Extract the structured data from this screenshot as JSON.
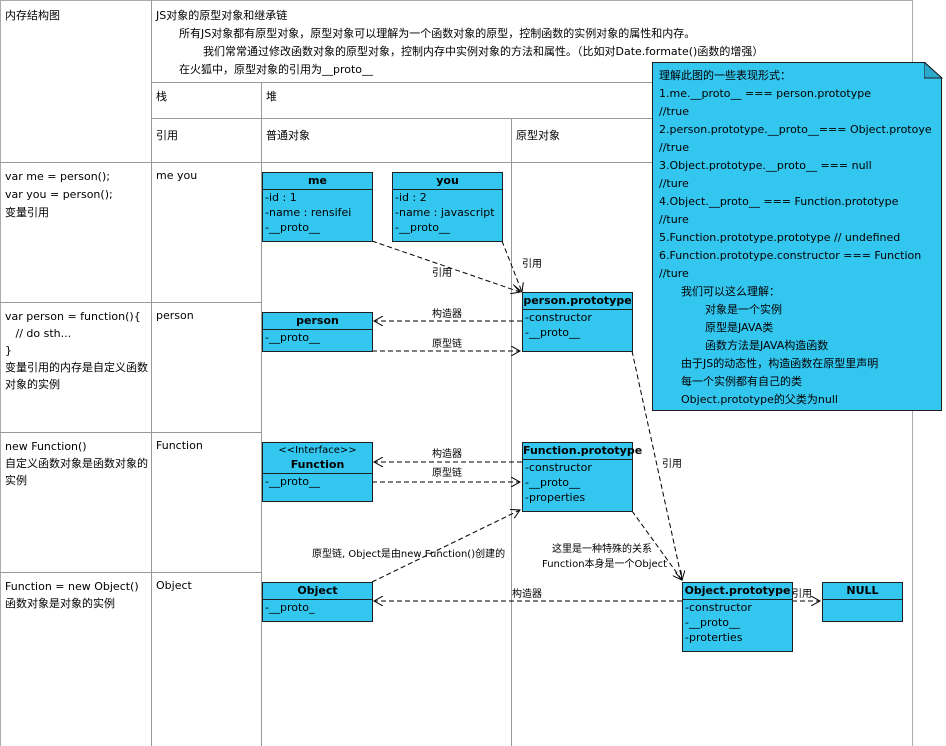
{
  "table": {
    "corner_title": "内存结构图",
    "header_title": "JS对象的原型对象和继承链",
    "header_lines": [
      "所有JS对象都有原型对象，原型对象可以理解为一个函数对象的原型，控制函数的实例对象的属性和内存。",
      "我们常常通过修改函数对象的原型对象，控制内存中实例对象的方法和属性。（比如对Date.formate()函数的增强）",
      "在火狐中，原型对象的引用为__proto__"
    ],
    "col_stack": "栈",
    "col_heap": "堆",
    "col_ref": "引用",
    "col_normal": "普通对象",
    "col_proto": "原型对象",
    "rows": [
      {
        "code": [
          "var me = person();",
          "var you = person();",
          "变量引用"
        ],
        "ref": "me you"
      },
      {
        "code": [
          "var person = function(){",
          "   // do sth...",
          "}",
          "变量引用的内存是自定义函数对象的实例"
        ],
        "ref": "person"
      },
      {
        "code": [
          "new Function()",
          "自定义函数对象是函数对象的实例"
        ],
        "ref": "Function"
      },
      {
        "code": [
          "Function = new Object()",
          "函数对象是对象的实例"
        ],
        "ref": "Object"
      }
    ]
  },
  "boxes": {
    "me": {
      "title": "me",
      "fields": [
        "-id : 1",
        "-name : rensifei",
        "-__proto__"
      ]
    },
    "you": {
      "title": "you",
      "fields": [
        "-id : 2",
        "-name : javascript",
        "-__proto__"
      ]
    },
    "person_prototype": {
      "title": "person.prototype",
      "fields": [
        "-constructor",
        "-__proto__"
      ]
    },
    "person": {
      "title": "person",
      "fields": [
        "-__proto__"
      ]
    },
    "function": {
      "stereotype": "<<Interface>>",
      "title": "Function",
      "fields": [
        "-__proto__"
      ]
    },
    "function_prototype": {
      "title": "Function.prototype",
      "fields": [
        "-constructor",
        "-__proto__",
        "-properties"
      ]
    },
    "object": {
      "title": "Object",
      "fields": [
        "-__proto_"
      ]
    },
    "object_prototype": {
      "title": "Object.prototype",
      "fields": [
        "-constructor",
        "-__proto__",
        "-proterties"
      ]
    },
    "null": {
      "title": "NULL"
    }
  },
  "edge_labels": {
    "ref1": "引用",
    "ref2": "引用",
    "ctor1": "构造器",
    "chain1": "原型链",
    "ctor2": "构造器",
    "chain2": "原型链",
    "ref3": "引用",
    "object_chain": "原型链, Object是由new Function()创建的",
    "special1": "这里是一种特殊的关系",
    "special2": "Function本身是一个Object",
    "ctor3": "构造器",
    "ref4": "引用"
  },
  "note": {
    "lines": [
      "理解此图的一些表现形式：",
      "1.me.__proto__ === person.prototype",
      "//true",
      "2.person.prototype.__proto__=== Object.protoye",
      "//true",
      "3.Object.prototype.__proto__ === null",
      "//ture",
      "4.Object.__proto__ === Function.prototype",
      "//ture",
      "5.Function.prototype.prototype // undefined",
      "6.Function.prototype.constructor === Function",
      "//ture"
    ],
    "lines_indent1": [
      "我们可以这么理解："
    ],
    "lines_indent2": [
      "对象是一个实例",
      "原型是JAVA类",
      "函数方法是JAVA构造函数"
    ],
    "lines_indent1b": [
      "由于JS的动态性，构造函数在原型里声明",
      "每一个实例都有自己的类",
      "Object.prototype的父类为null"
    ]
  },
  "colors": {
    "box_fill": "#33c6ef",
    "border": "#1f1f1f",
    "grid": "#999999"
  }
}
